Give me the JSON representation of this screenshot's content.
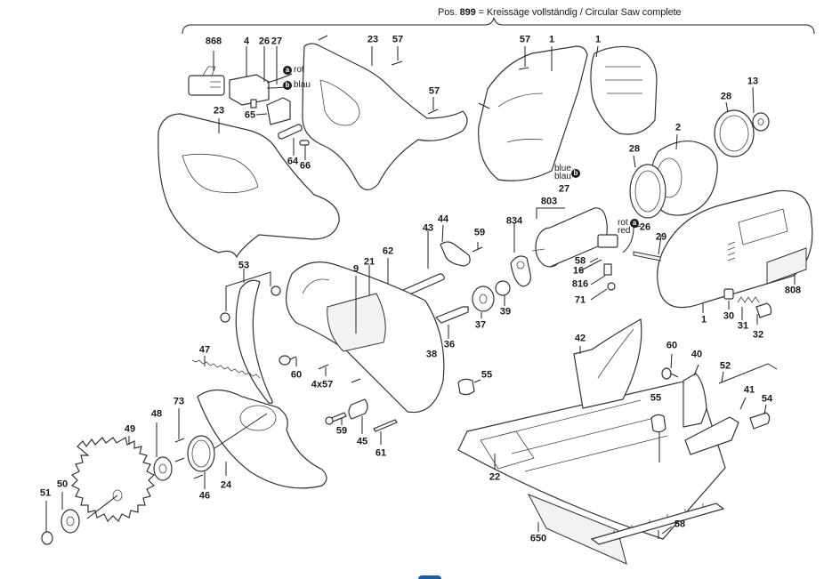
{
  "header": {
    "pos_prefix": "Pos.",
    "pos_number": "899",
    "pos_description": "= Kreissäge vollständig / Circular Saw complete"
  },
  "wire_notes": {
    "a_badge": "a",
    "b_badge": "b",
    "rot": "rot",
    "blau": "blau",
    "blue": "blue",
    "blau2": "blau",
    "rot2": "rot",
    "red": "red"
  },
  "part_labels": [
    {
      "id": "868",
      "text": "868"
    },
    {
      "id": "4",
      "text": "4"
    },
    {
      "id": "26a",
      "text": "26"
    },
    {
      "id": "27a",
      "text": "27"
    },
    {
      "id": "23a",
      "text": "23"
    },
    {
      "id": "57a",
      "text": "57"
    },
    {
      "id": "57b",
      "text": "57"
    },
    {
      "id": "57c",
      "text": "57"
    },
    {
      "id": "1a",
      "text": "1"
    },
    {
      "id": "1b",
      "text": "1"
    },
    {
      "id": "13",
      "text": "13"
    },
    {
      "id": "28a",
      "text": "28"
    },
    {
      "id": "2",
      "text": "2"
    },
    {
      "id": "23b",
      "text": "23"
    },
    {
      "id": "65",
      "text": "65"
    },
    {
      "id": "64",
      "text": "64"
    },
    {
      "id": "66",
      "text": "66"
    },
    {
      "id": "28b",
      "text": "28"
    },
    {
      "id": "27b",
      "text": "27"
    },
    {
      "id": "803",
      "text": "803"
    },
    {
      "id": "44",
      "text": "44"
    },
    {
      "id": "43",
      "text": "43"
    },
    {
      "id": "59a",
      "text": "59"
    },
    {
      "id": "834",
      "text": "834"
    },
    {
      "id": "26b",
      "text": "26"
    },
    {
      "id": "29",
      "text": "29"
    },
    {
      "id": "62",
      "text": "62"
    },
    {
      "id": "58a",
      "text": "58"
    },
    {
      "id": "16",
      "text": "16"
    },
    {
      "id": "816",
      "text": "816"
    },
    {
      "id": "71",
      "text": "71"
    },
    {
      "id": "53",
      "text": "53"
    },
    {
      "id": "9",
      "text": "9"
    },
    {
      "id": "21",
      "text": "21"
    },
    {
      "id": "39",
      "text": "39"
    },
    {
      "id": "37",
      "text": "37"
    },
    {
      "id": "36",
      "text": "36"
    },
    {
      "id": "38",
      "text": "38"
    },
    {
      "id": "808",
      "text": "808"
    },
    {
      "id": "1c",
      "text": "1"
    },
    {
      "id": "30",
      "text": "30"
    },
    {
      "id": "31",
      "text": "31"
    },
    {
      "id": "32",
      "text": "32"
    },
    {
      "id": "42",
      "text": "42"
    },
    {
      "id": "47",
      "text": "47"
    },
    {
      "id": "60a",
      "text": "60"
    },
    {
      "id": "4x57",
      "text": "4x57"
    },
    {
      "id": "60b",
      "text": "60"
    },
    {
      "id": "40",
      "text": "40"
    },
    {
      "id": "52",
      "text": "52"
    },
    {
      "id": "55a",
      "text": "55"
    },
    {
      "id": "41",
      "text": "41"
    },
    {
      "id": "55b",
      "text": "55"
    },
    {
      "id": "54",
      "text": "54"
    },
    {
      "id": "73",
      "text": "73"
    },
    {
      "id": "48",
      "text": "48"
    },
    {
      "id": "49",
      "text": "49"
    },
    {
      "id": "59b",
      "text": "59"
    },
    {
      "id": "45",
      "text": "45"
    },
    {
      "id": "61",
      "text": "61"
    },
    {
      "id": "46",
      "text": "46"
    },
    {
      "id": "24",
      "text": "24"
    },
    {
      "id": "22",
      "text": "22"
    },
    {
      "id": "51",
      "text": "51"
    },
    {
      "id": "50",
      "text": "50"
    },
    {
      "id": "650",
      "text": "650"
    },
    {
      "id": "58b",
      "text": "58"
    }
  ]
}
